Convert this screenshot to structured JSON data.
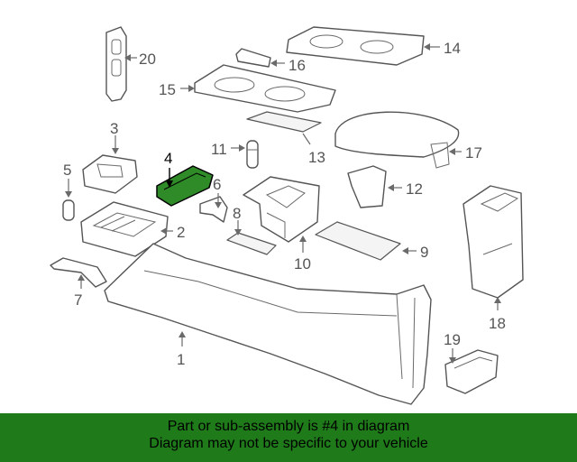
{
  "highlight_color": "#2f8a28",
  "banner_color": "#1f7a1a",
  "callouts": [
    "1",
    "2",
    "3",
    "4",
    "5",
    "6",
    "7",
    "8",
    "9",
    "10",
    "11",
    "12",
    "13",
    "14",
    "15",
    "16",
    "17",
    "18",
    "19",
    "20"
  ],
  "banner": {
    "line1": "Part or sub-assembly is #4 in diagram",
    "line2": "Diagram may not be specific to your vehicle"
  }
}
